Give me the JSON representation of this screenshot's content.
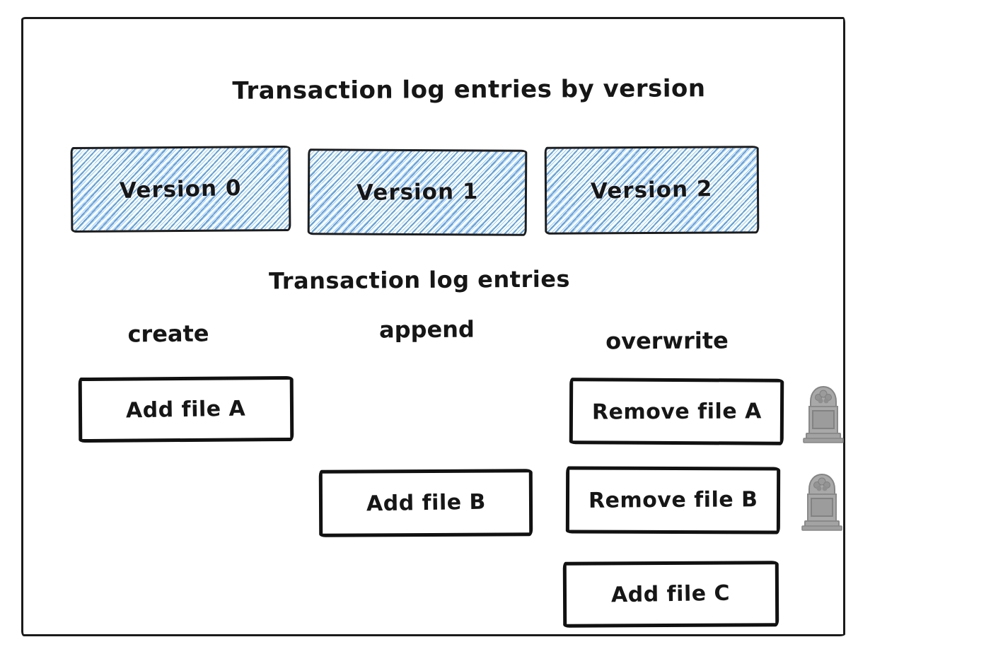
{
  "diagram": {
    "title": "Transaction log entries by version",
    "subtitle": "Transaction log entries",
    "versions": [
      {
        "label": "Version 0"
      },
      {
        "label": "Version 1"
      },
      {
        "label": "Version 2"
      }
    ],
    "columns": [
      {
        "label": "create"
      },
      {
        "label": "append"
      },
      {
        "label": "overwrite"
      }
    ],
    "entries": [
      {
        "label": "Add file A",
        "column": "create",
        "row": 1,
        "tombstone": false
      },
      {
        "label": "Remove file A",
        "column": "overwrite",
        "row": 1,
        "tombstone": true
      },
      {
        "label": "Add file B",
        "column": "append",
        "row": 2,
        "tombstone": false
      },
      {
        "label": "Remove file B",
        "column": "overwrite",
        "row": 2,
        "tombstone": true
      },
      {
        "label": "Add file C",
        "column": "overwrite",
        "row": 3,
        "tombstone": false
      }
    ],
    "icons": [
      {
        "name": "tombstone-icon"
      }
    ],
    "colors": {
      "hatch_blue": "#5fa3e2",
      "ink_black": "#161616",
      "tombstone_gray": "#a3a3a3",
      "background": "#ffffff"
    }
  }
}
